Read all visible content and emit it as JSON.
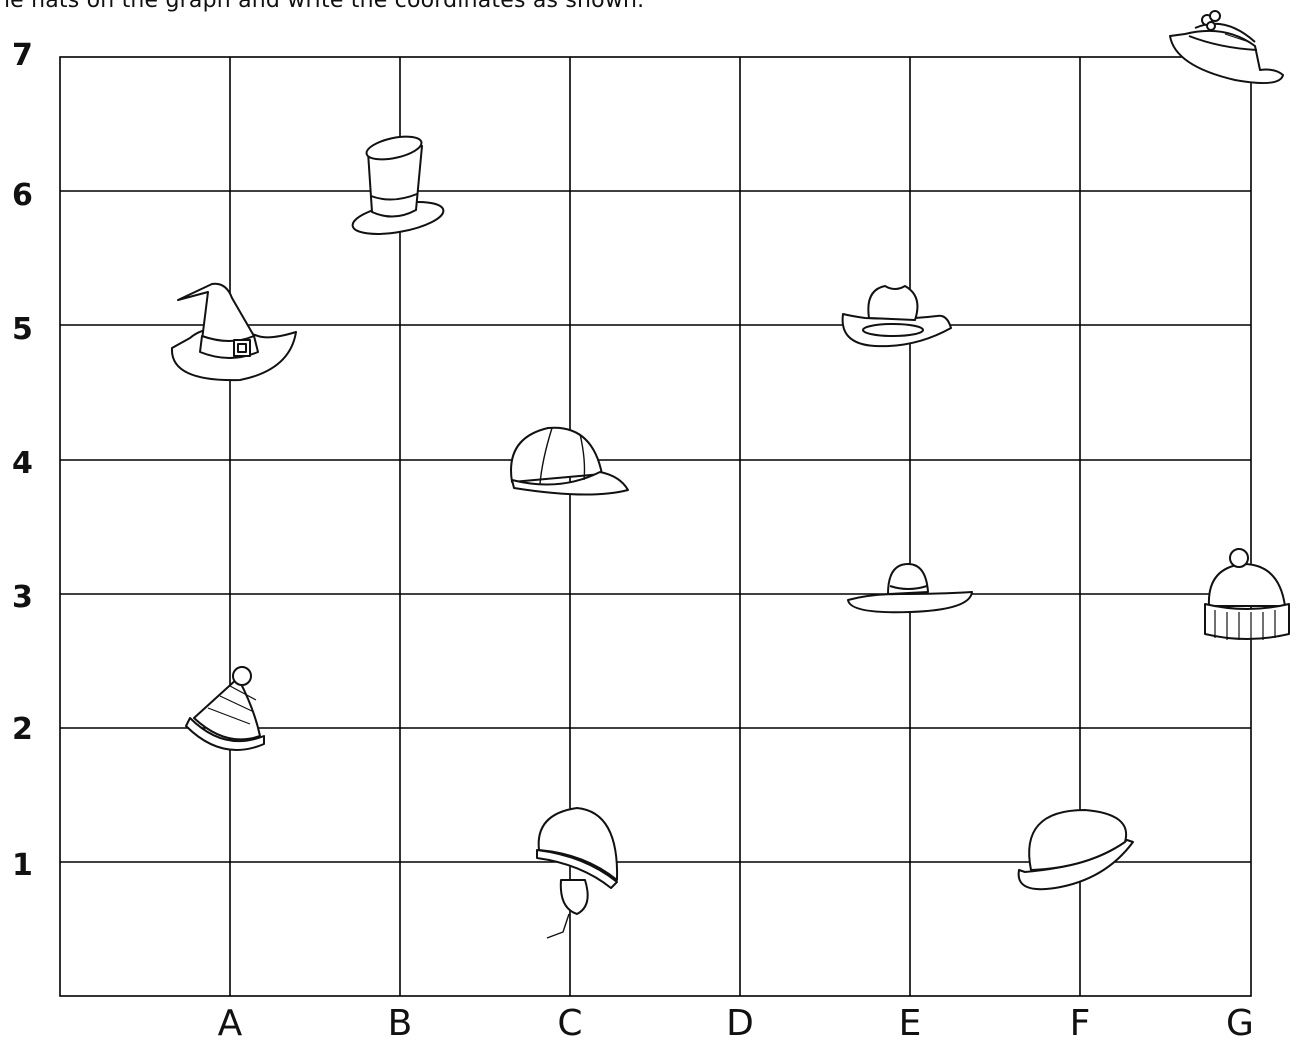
{
  "instruction": "he hats on the graph and write the coordinates as shown.",
  "grid": {
    "columns": [
      "A",
      "B",
      "C",
      "D",
      "E",
      "F",
      "G"
    ],
    "rows": [
      "1",
      "2",
      "3",
      "4",
      "5",
      "6",
      "7"
    ]
  },
  "hats": [
    {
      "name": "flower-sunhat",
      "col": "G",
      "row": 7
    },
    {
      "name": "top-hat",
      "col": "B",
      "row": 6
    },
    {
      "name": "witch-hat",
      "col": "A",
      "row": 5
    },
    {
      "name": "cowboy-hat",
      "col": "E",
      "row": 5
    },
    {
      "name": "baseball-cap",
      "col": "C",
      "row": 4
    },
    {
      "name": "sombrero",
      "col": "E",
      "row": 3
    },
    {
      "name": "beanie",
      "col": "G",
      "row": 3
    },
    {
      "name": "party-hat",
      "col": "A",
      "row": 2
    },
    {
      "name": "earflap-hat",
      "col": "C",
      "row": 1
    },
    {
      "name": "bowler-hat",
      "col": "F",
      "row": 1
    }
  ]
}
